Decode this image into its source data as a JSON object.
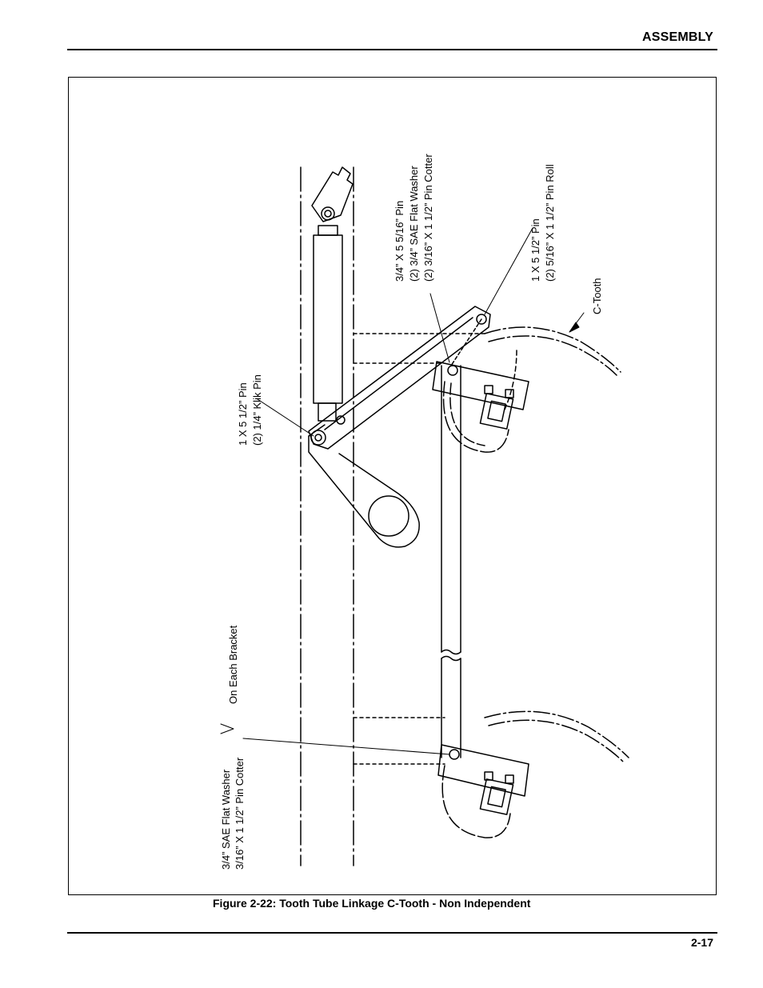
{
  "header": {
    "section_title": "ASSEMBLY"
  },
  "figure": {
    "caption": "Figure 2-22:  Tooth Tube Linkage C-Tooth - Non Independent",
    "callouts": {
      "pin_top": {
        "line1": "3/4” X 5 5/16” Pin",
        "line2": "(2) 3/4” SAE Flat Washer",
        "line3": "(2) 3/16” X 1 1/2” Pin Cotter"
      },
      "pin_roll": {
        "line1": "1 X 5 1/2” Pin",
        "line2": "(2) 5/16” X 1 1/2” Pin Roll"
      },
      "c_tooth": "C-Tooth",
      "klik_pin": {
        "line1": "1 X 5 1/2” Pin",
        "line2": "(2) 1/4” Klik Pin"
      },
      "bracket": {
        "line1": "3/4” SAE Flat Washer",
        "line2": "3/16” X 1 1/2” Pin Cotter",
        "note": "On Each Bracket"
      }
    }
  },
  "footer": {
    "page_number": "2-17"
  }
}
